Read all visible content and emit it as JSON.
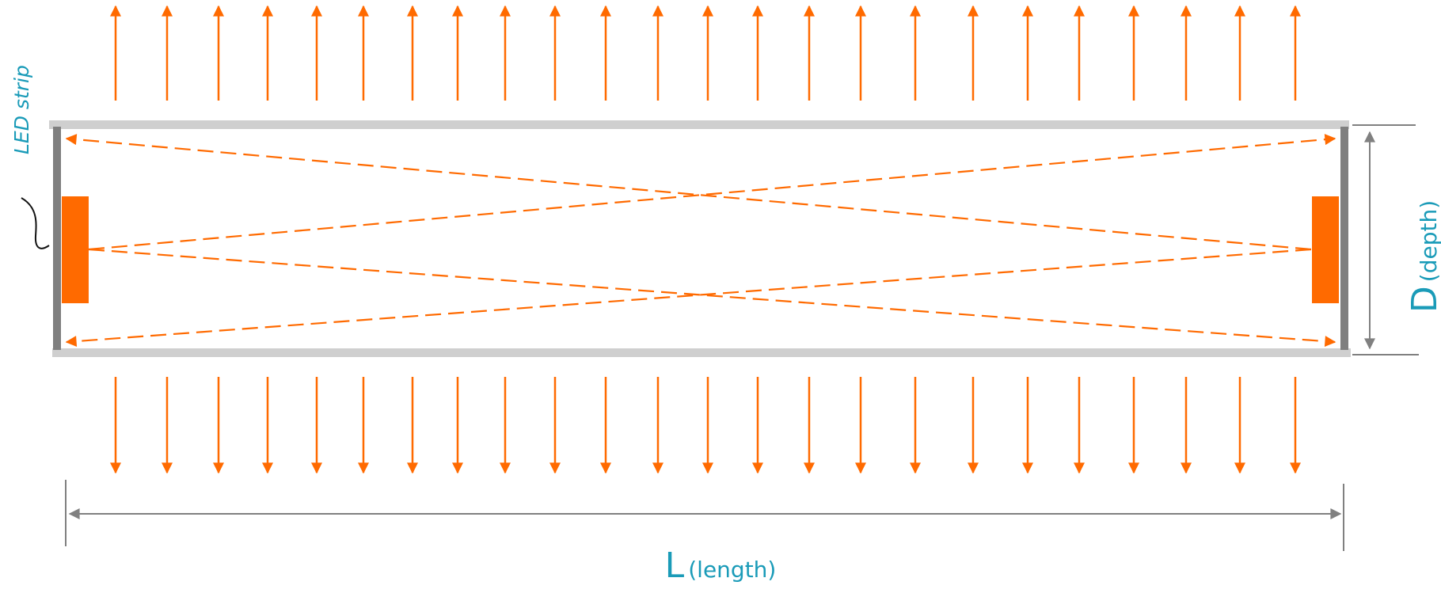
{
  "labels": {
    "led_strip": "LED strip",
    "depth_symbol": "D",
    "depth_word": "(depth)",
    "length_symbol": "L",
    "length_word": "(length)"
  },
  "colors": {
    "light": "#ff6a00",
    "frame": "#cfcfcf",
    "wall": "#7f7f7f",
    "dimension": "#808080",
    "text": "#1a9bb8"
  }
}
